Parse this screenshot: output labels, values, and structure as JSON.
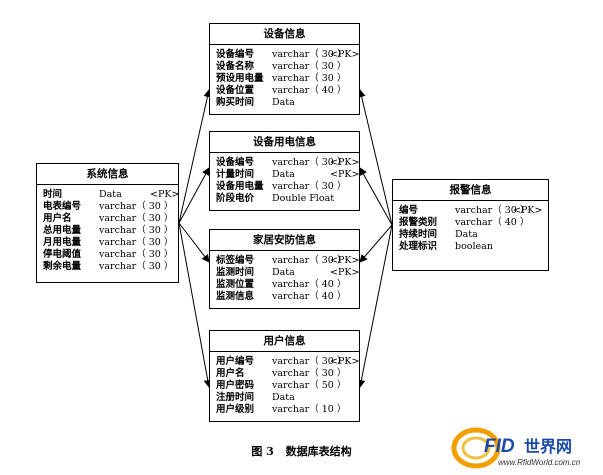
{
  "tables": [
    {
      "id": "sys",
      "title": "系统信息",
      "rows": [
        {
          "field": "时间",
          "type": "Data",
          "key": "<PK>"
        },
        {
          "field": "电表编号",
          "type": "varchar（ 30 ）",
          "key": ""
        },
        {
          "field": "用户名",
          "type": "varchar（ 30 ）",
          "key": ""
        },
        {
          "field": "总用电量",
          "type": "varchar（ 30 ）",
          "key": ""
        },
        {
          "field": "月用电量",
          "type": "varchar（ 30 ）",
          "key": ""
        },
        {
          "field": "停电阈值",
          "type": "varchar（ 30 ）",
          "key": ""
        },
        {
          "field": "剩余电量",
          "type": "varchar（ 30 ）",
          "key": ""
        }
      ]
    },
    {
      "id": "equip",
      "title": "设备信息",
      "rows": [
        {
          "field": "设备编号",
          "type": "varchar（ 30 ）",
          "key": "<PK>"
        },
        {
          "field": "设备名称",
          "type": "varchar（ 30 ）",
          "key": ""
        },
        {
          "field": "预设用电量",
          "type": "varchar（ 30 ）",
          "key": ""
        },
        {
          "field": "设备位置",
          "type": "varchar（ 40 ）",
          "key": ""
        },
        {
          "field": "购买时间",
          "type": "Data",
          "key": ""
        }
      ]
    },
    {
      "id": "power",
      "title": "设备用电信息",
      "rows": [
        {
          "field": "设备编号",
          "type": "varchar（ 30 ）",
          "key": "<PK>"
        },
        {
          "field": "计量时间",
          "type": "Data",
          "key": "<PK>"
        },
        {
          "field": "设备用电量",
          "type": "varchar（ 30 ）",
          "key": ""
        },
        {
          "field": "阶段电价",
          "type": "Double Float",
          "key": ""
        }
      ]
    },
    {
      "id": "security",
      "title": "家居安防信息",
      "rows": [
        {
          "field": "标签编号",
          "type": "varchar（ 30 ）",
          "key": "<PK>"
        },
        {
          "field": "监测时间",
          "type": "Data",
          "key": "<PK>"
        },
        {
          "field": "监测位置",
          "type": "varchar（ 40 ）",
          "key": ""
        },
        {
          "field": "监测信息",
          "type": "varchar（ 40 ）",
          "key": ""
        }
      ]
    },
    {
      "id": "user",
      "title": "用户信息",
      "rows": [
        {
          "field": "用户编号",
          "type": "varchar（ 30 ）",
          "key": "<PK>"
        },
        {
          "field": "用户名",
          "type": "varchar（ 30 ）",
          "key": ""
        },
        {
          "field": "用户密码",
          "type": "varchar（ 50 ）",
          "key": ""
        },
        {
          "field": "注册时间",
          "type": "Data",
          "key": ""
        },
        {
          "field": "用户级别",
          "type": "varchar（ 10 ）",
          "key": ""
        }
      ]
    },
    {
      "id": "alarm",
      "title": "报警信息",
      "rows": [
        {
          "field": "编号",
          "type": "varchar（ 30 ）",
          "key": "<PK>"
        },
        {
          "field": "报警类别",
          "type": "varchar（ 40 ）",
          "key": ""
        },
        {
          "field": "持续时间",
          "type": "Data",
          "key": ""
        },
        {
          "field": "处理标识",
          "type": "boolean",
          "key": ""
        }
      ]
    }
  ],
  "connections": [
    {
      "from": "sys",
      "to": "equip"
    },
    {
      "from": "sys",
      "to": "power"
    },
    {
      "from": "sys",
      "to": "security"
    },
    {
      "from": "sys",
      "to": "user"
    },
    {
      "from": "alarm",
      "to": "equip"
    },
    {
      "from": "alarm",
      "to": "power"
    },
    {
      "from": "alarm",
      "to": "security"
    },
    {
      "from": "alarm",
      "to": "user"
    }
  ],
  "caption": {
    "number": "图 3",
    "text": "数据库表结构"
  },
  "logo": {
    "text": "RFID世界网",
    "url_text": "www.RfidWorld.com.cn"
  }
}
